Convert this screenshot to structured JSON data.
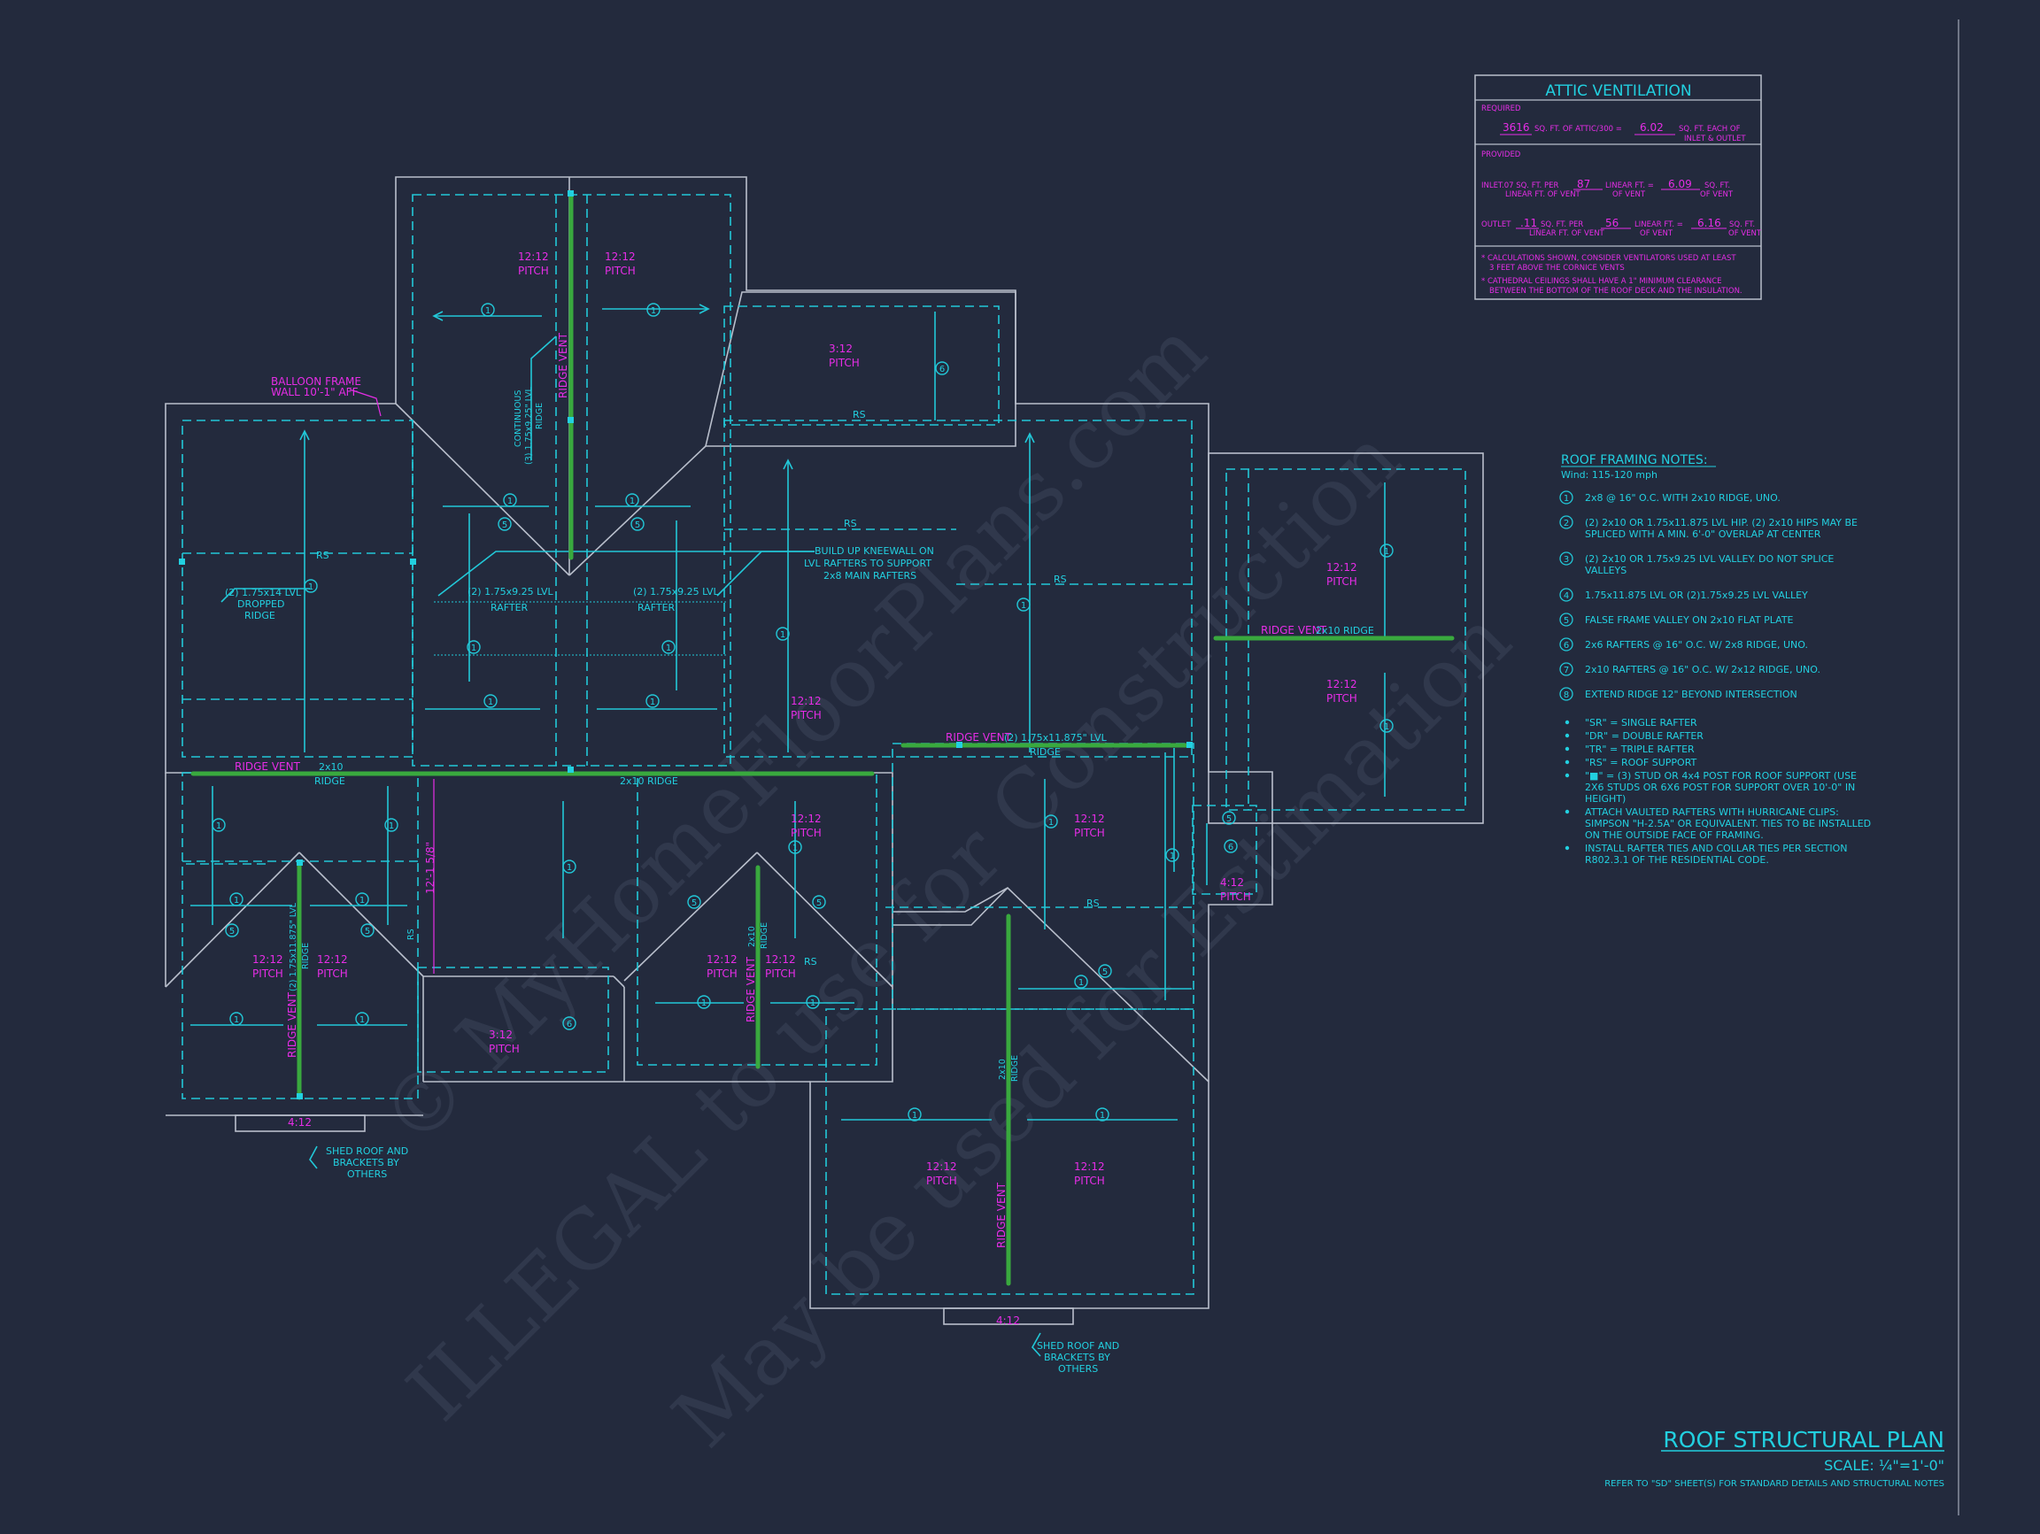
{
  "sheet": {
    "title": "ROOF STRUCTURAL PLAN",
    "scale": "SCALE: ¼\"=1'-0\"",
    "refer_note": "REFER TO \"SD\" SHEET(S) FOR STANDARD DETAILS AND STRUCTURAL NOTES"
  },
  "watermark": {
    "line1": "© MyHomeFloorPlans.com",
    "line2": "ILLEGAL to use for Construction",
    "line3": "May be used for Estimation"
  },
  "attic": {
    "title": "ATTIC VENTILATION",
    "required_label": "REQUIRED",
    "req_sqft": "3616",
    "req_sqft_unit": "SQ. FT. OF ATTIC/300 =",
    "req_vent": "6.02",
    "req_vent_unit_1": "SQ. FT. EACH OF",
    "req_vent_unit_2": "INLET & OUTLET",
    "provided_label": "PROVIDED",
    "inlet_label": "INLET",
    "inlet_rate_1": ".07 SQ. FT. PER",
    "inlet_rate_2": "LINEAR FT. OF VENT",
    "inlet_len": "87",
    "inlet_len_unit_1": "LINEAR FT. =",
    "inlet_len_unit_2": "OF VENT",
    "inlet_total": "6.09",
    "inlet_total_unit": "SQ. FT.",
    "inlet_total_unit_2": "OF VENT",
    "outlet_label": "OUTLET",
    "outlet_rate": ".11",
    "outlet_rate_unit_1": "SQ. FT. PER",
    "outlet_rate_unit_2": "LINEAR FT. OF VENT",
    "outlet_len": "56",
    "outlet_len_unit_1": "LINEAR FT. =",
    "outlet_len_unit_2": "OF VENT",
    "outlet_total": "6.16",
    "outlet_total_unit": "SQ. FT.",
    "outlet_total_unit_2": "OF VENT",
    "note1a": "* CALCULATIONS SHOWN, CONSIDER VENTILATORS USED AT LEAST",
    "note1b": "3 FEET ABOVE THE CORNICE VENTS",
    "note2a": "* CATHEDRAL CEILINGS SHALL HAVE A 1\" MINIMUM CLEARANCE",
    "note2b": "BETWEEN THE BOTTOM OF THE ROOF DECK AND THE INSULATION."
  },
  "notes": {
    "title": "ROOF FRAMING NOTES:",
    "wind": "Wind: 115-120 mph",
    "items": [
      {
        "num": "1",
        "lines": [
          "2x8 @ 16\" O.C. WITH 2x10 RIDGE, UNO."
        ]
      },
      {
        "num": "2",
        "lines": [
          "(2) 2x10 OR 1.75x11.875 LVL HIP. (2) 2x10 HIPS MAY BE",
          "SPLICED WITH A MIN. 6'-0\" OVERLAP AT CENTER"
        ]
      },
      {
        "num": "3",
        "lines": [
          "(2) 2x10 OR 1.75x9.25 LVL VALLEY. DO NOT SPLICE",
          "VALLEYS"
        ]
      },
      {
        "num": "4",
        "lines": [
          "1.75x11.875 LVL OR (2)1.75x9.25 LVL VALLEY"
        ]
      },
      {
        "num": "5",
        "lines": [
          "FALSE FRAME VALLEY ON 2x10 FLAT PLATE"
        ]
      },
      {
        "num": "6",
        "lines": [
          "2x6 RAFTERS @ 16\" O.C. W/ 2x8 RIDGE, UNO."
        ]
      },
      {
        "num": "7",
        "lines": [
          "2x10 RAFTERS @ 16\" O.C. W/ 2x12 RIDGE, UNO."
        ]
      },
      {
        "num": "8",
        "lines": [
          "EXTEND RIDGE 12\" BEYOND INTERSECTION"
        ]
      }
    ],
    "bullets": [
      {
        "lines": [
          "\"SR\"  = SINGLE RAFTER"
        ]
      },
      {
        "lines": [
          "\"DR\" = DOUBLE RAFTER"
        ]
      },
      {
        "lines": [
          "\"TR\" = TRIPLE RAFTER"
        ]
      },
      {
        "lines": [
          "\"RS\" = ROOF SUPPORT"
        ]
      },
      {
        "lines": [
          "\"■\" = (3) STUD OR 4x4 POST FOR ROOF SUPPORT (USE",
          "2X6 STUDS OR 6X6 POST FOR SUPPORT OVER 10'-0\" IN",
          "HEIGHT)"
        ]
      },
      {
        "lines": [
          "ATTACH VAULTED RAFTERS WITH HURRICANE CLIPS:",
          "SIMPSON \"H-2.5A\" OR EQUIVALENT. TIES TO BE INSTALLED",
          "ON THE OUTSIDE FACE OF FRAMING."
        ]
      },
      {
        "lines": [
          "INSTALL RAFTER TIES AND COLLAR TIES PER SECTION",
          "R802.3.1 OF THE  RESIDENTIAL CODE."
        ]
      }
    ]
  },
  "plan": {
    "pitch": "PITCH",
    "p1212": "12:12",
    "p312": "3:12",
    "p412": "4:12",
    "rs": "RS",
    "ridge_vent": "RIDGE VENT",
    "ridge": "RIDGE",
    "two_x10": "2x10",
    "two_x10_ridge": "2x10 RIDGE",
    "two_x10_ridge_b": "2x10 RIDGE",
    "lvl_ridge": "(2) 1.75x11.875\" LVL",
    "lvl_ridge_v": "(2) 1.75x11.875\" LVL",
    "balloon1": "BALLOON FRAME",
    "balloon2": "WALL 10'-1\" AFF",
    "continuous1": "CONTINUOUS",
    "continuous2": "(3) 1.75x9.25\" LVL",
    "kneewall1": "BUILD UP KNEEWALL ON",
    "kneewall2": "LVL RAFTERS TO SUPPORT",
    "kneewall3": "2x8 MAIN RAFTERS",
    "dropped1": "(2) 1.75x14 LVL",
    "dropped2": "DROPPED",
    "rafter_lvl": "(2) 1.75x9.25 LVL",
    "rafter": "RAFTER",
    "shed1": "SHED ROOF AND",
    "shed2": "BRACKETS BY",
    "shed3": "OTHERS",
    "dim": "12'-1 5/8\"",
    "t1": "1",
    "t5": "5",
    "t6": "6"
  }
}
